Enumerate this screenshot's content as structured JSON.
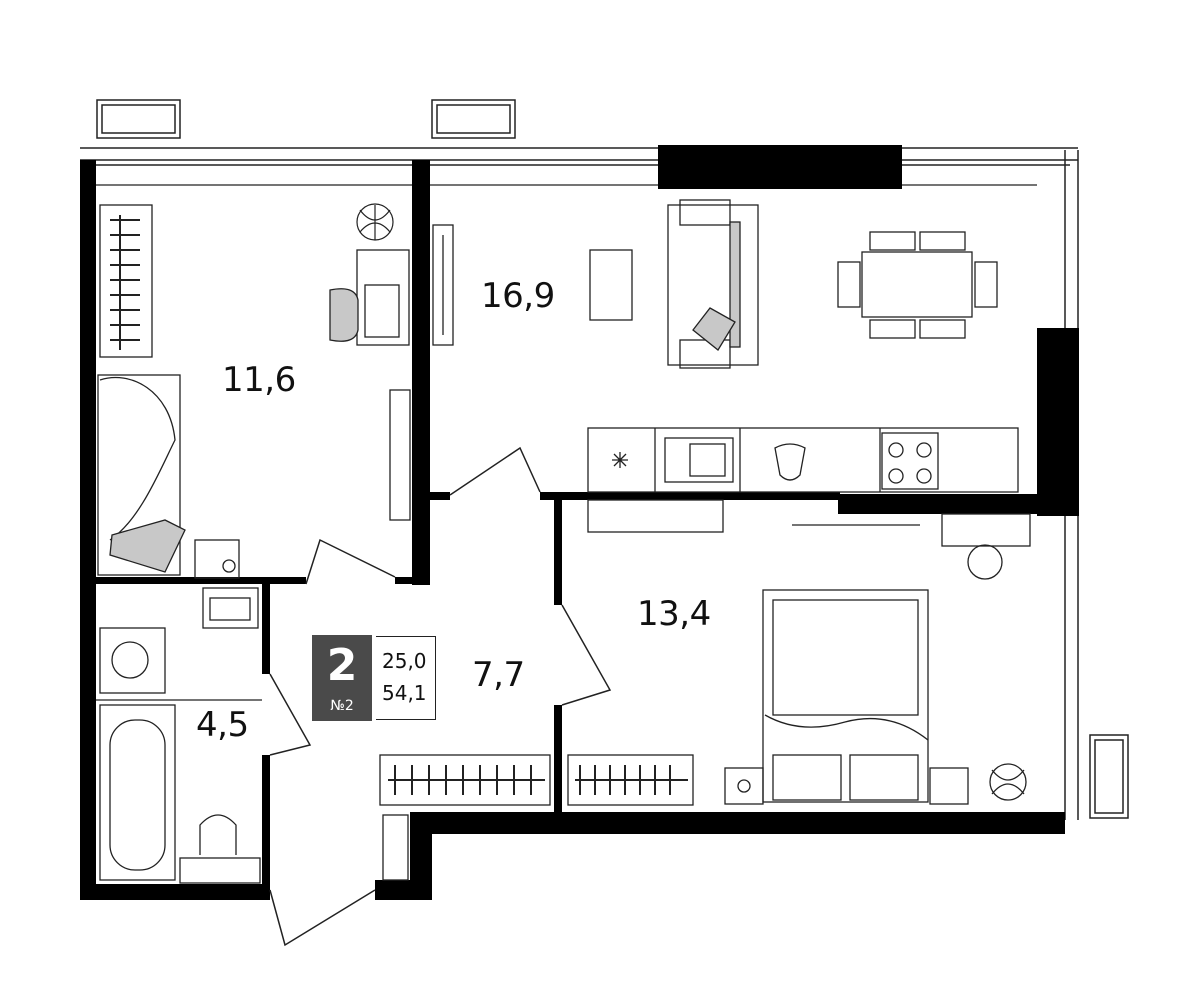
{
  "rooms": {
    "bedroom_small": "11,6",
    "living_kitchen": "16,9",
    "bedroom_large": "13,4",
    "hall": "7,7",
    "bathroom": "4,5"
  },
  "apartment": {
    "room_count": "2",
    "number": "№2",
    "living_area": "25,0",
    "total_area": "54,1"
  },
  "colors": {
    "wall": "#000000",
    "line": "#222222",
    "furniture_fill": "#c8c8c8",
    "badge": "#4a4a4a"
  },
  "icons": [
    "plant-icon",
    "bed-icon",
    "sofa-icon",
    "dining-table-icon",
    "stove-icon",
    "sink-icon",
    "bathtub-icon",
    "toilet-icon",
    "washing-machine-icon"
  ]
}
